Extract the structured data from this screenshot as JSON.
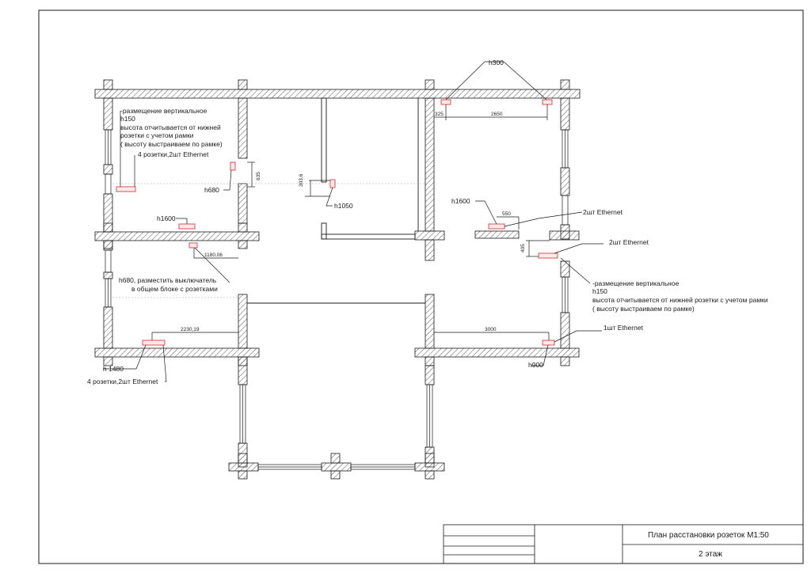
{
  "drawing": {
    "title": "План расстановки розеток  М1:50",
    "floor": "2 этаж"
  },
  "colors": {
    "line": "#1a1a1a",
    "socket": "#d9262b",
    "hatch": "#555555",
    "dashed": "#9a9a9a"
  },
  "annotations": {
    "h300": "h300",
    "dim_325": "325",
    "dim_2650": "2650",
    "vert_note_left_1": "-размещение вертикальное",
    "vert_note_left_2": "h150",
    "vert_note_left_3": "высота отчитывается от нижней",
    "vert_note_left_4": "розетки с учетом рамки",
    "vert_note_left_5": "( высоту выстраиваем по рамке)",
    "sockets_4_2eth_top": "4 розетки,2шт Ethernet",
    "h680_a": "h680",
    "dim_635": "635",
    "dim_3036": "303,6",
    "h1050": "h1050",
    "h1600_left": "h1600",
    "h1600_right": "h1600",
    "dim_550": "550",
    "eth2_a": "2шт Ethernet",
    "eth2_b": "2шт Ethernet",
    "dim_405": "405",
    "dim_118006": "1180,06",
    "switch_note_1": "h680, разместить выключатель",
    "switch_note_2": "в общем блоке с розетками",
    "vert_note_right_1": "-размещение вертикальное",
    "vert_note_right_2": "h150",
    "vert_note_right_3": "высота отчитывается от нижней розетки с учетом рамки",
    "vert_note_right_4": "( высоту выстраиваем по рамке)",
    "dim_223019": "2230,19",
    "dim_3000": "3000",
    "eth1": "1шт Ethernet",
    "h1480": "h 1480",
    "sockets_4_2eth_bottom": "4 розетки,2шт Ethernet",
    "h900": "h900"
  },
  "icons": [
    "socket-block-icon",
    "wall-hatch",
    "window-symbol"
  ]
}
